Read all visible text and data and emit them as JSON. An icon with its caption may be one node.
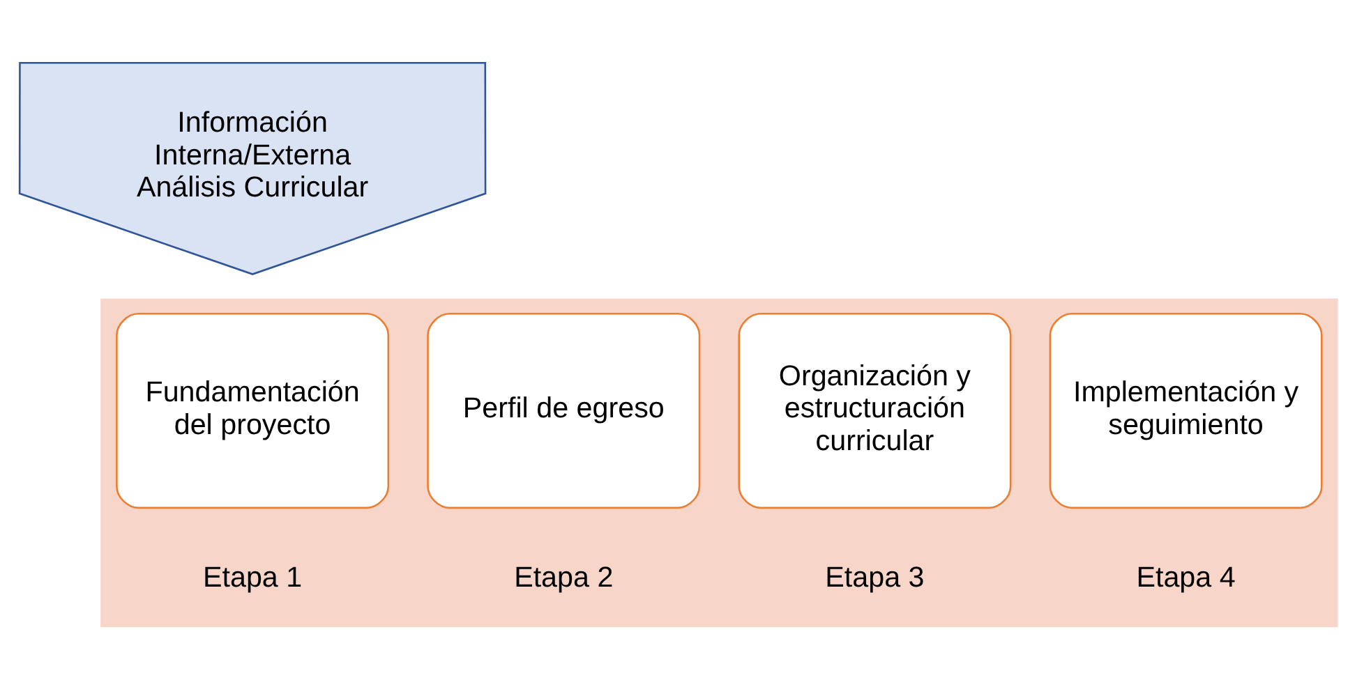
{
  "diagram": {
    "nodes": [
      {
        "text": [
          "Información Interna/Externa",
          "Análisis Curricular"
        ]
      },
      {
        "text": [],
        "shape": "arrow"
      },
      {
        "text": [
          "Fundamentación del proyecto"
        ],
        "in": 1,
        "beside": [
          "Etapa 1"
        ]
      },
      {
        "text": [
          "Perfil de egreso"
        ],
        "in": 1,
        "beside": [
          "Etapa 2"
        ]
      },
      {
        "text": [
          "Organización y estructuración curricular"
        ],
        "in": 1,
        "beside": [
          "Etapa 3"
        ]
      },
      {
        "text": [
          "Implementación y seguimiento"
        ],
        "in": 1,
        "beside": [
          "Etapa 4"
        ]
      }
    ],
    "edges": []
  }
}
